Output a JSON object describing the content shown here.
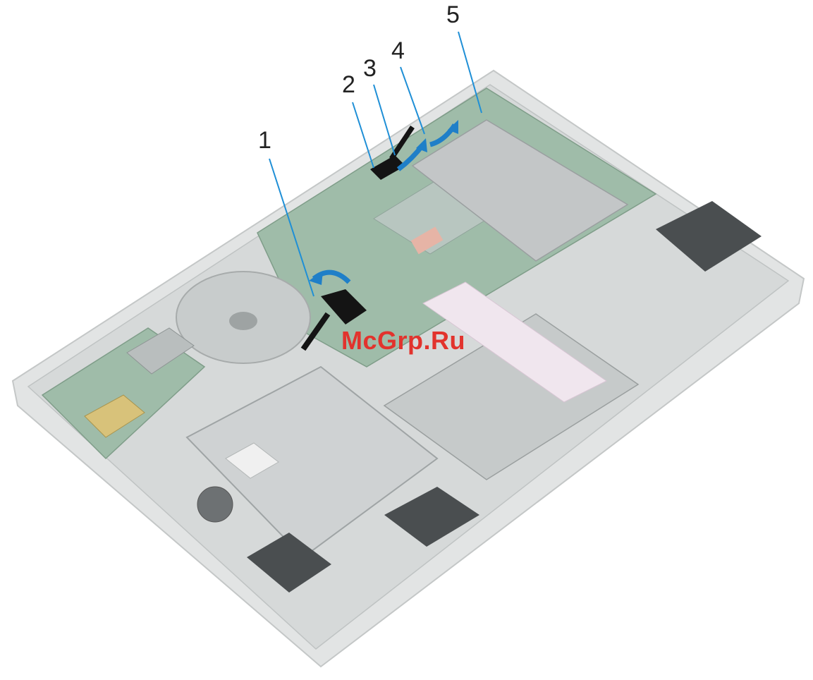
{
  "diagram": {
    "callouts": [
      {
        "id": "1",
        "label": "1"
      },
      {
        "id": "2",
        "label": "2"
      },
      {
        "id": "3",
        "label": "3"
      },
      {
        "id": "4",
        "label": "4"
      },
      {
        "id": "5",
        "label": "5"
      }
    ],
    "watermark": "McGrp.Ru",
    "colors": {
      "leader": "#1f8fd6",
      "arrow": "#1f7fc8",
      "chassis": "#d9dcdc",
      "board": "#8fb09a",
      "foil": "#c9cccd",
      "cable": "#141414",
      "watermark": "#e2332d"
    }
  }
}
